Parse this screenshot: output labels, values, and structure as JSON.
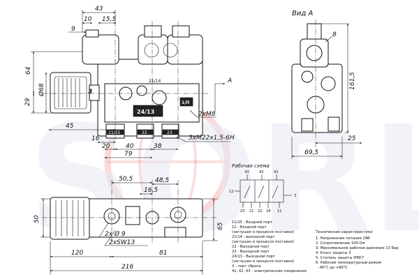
{
  "watermark": {
    "text": "SORL",
    "color": "#cfd8ea",
    "globe_color": "#e53935"
  },
  "colors": {
    "line": "#111111",
    "accent_fill": "#222222",
    "paper": "#ffffff"
  },
  "view_a": {
    "title": "Вид А",
    "marker": "А",
    "port_label": "8"
  },
  "front_view": {
    "dims": {
      "d43": "43",
      "d10": "10",
      "d15_5": "15,5",
      "d9": "9",
      "d64": "64",
      "d29": "29",
      "d68": "Ø68",
      "d45": "45",
      "d16": "16",
      "d20": "20",
      "d40": "40",
      "d38": "38",
      "d79": "79"
    },
    "port_labels": {
      "p3": "3",
      "p24_13": "24/13",
      "p11_25": "11/25",
      "p22": "22",
      "p23": "23",
      "p21_14": "21/14",
      "p1p": "1/П"
    },
    "callouts": {
      "m8": "2хМ8",
      "m22": "3хМ22х1,5-6Н",
      "a": "А"
    }
  },
  "side_view": {
    "dims": {
      "d161_5": "161,5",
      "d25": "25",
      "d69_5": "69,5"
    }
  },
  "bottom_view": {
    "dims": {
      "d50_5": "50,5",
      "d48_5": "48,5",
      "d16_5": "16,5",
      "d50": "50",
      "d65": "65",
      "d120": "120",
      "d81": "81",
      "d216": "216",
      "holes": "2х Ø 9",
      "sw": "2хSW13"
    }
  },
  "schematic": {
    "title": "Рабочая схема",
    "top_ports": [
      "43",
      "42",
      "41"
    ],
    "bottom_ports": [
      "23",
      "21",
      "22",
      "24",
      "11"
    ],
    "left_port": "12",
    "right_port": "3"
  },
  "legend": {
    "lines": [
      "11/25 - Входной порт",
      "12 - Входной порт",
      "(заглушен в процессе поставки)",
      "21/14 - выходной порт",
      "(заглушен в процессе поставки)",
      "22 - Выходной порт",
      "23 - Выходной порт",
      "24/13 - Выходной порт",
      "(заглушен в процессе поставки)",
      "3 - порт сброса",
      "41, 42, 43 - электрические соединения"
    ]
  },
  "specs": {
    "title": "Технические характеристики",
    "items": [
      "1. Напряжение питания 24В",
      "2. Сопротивление 109 Ом",
      "3. Максимальное рабочее давление 13 Бар",
      "4. Класс защиты 3",
      "5. Степень защиты IP6К7",
      "6. Рабочий температурный режим",
      "-40°С до +80°С"
    ]
  }
}
